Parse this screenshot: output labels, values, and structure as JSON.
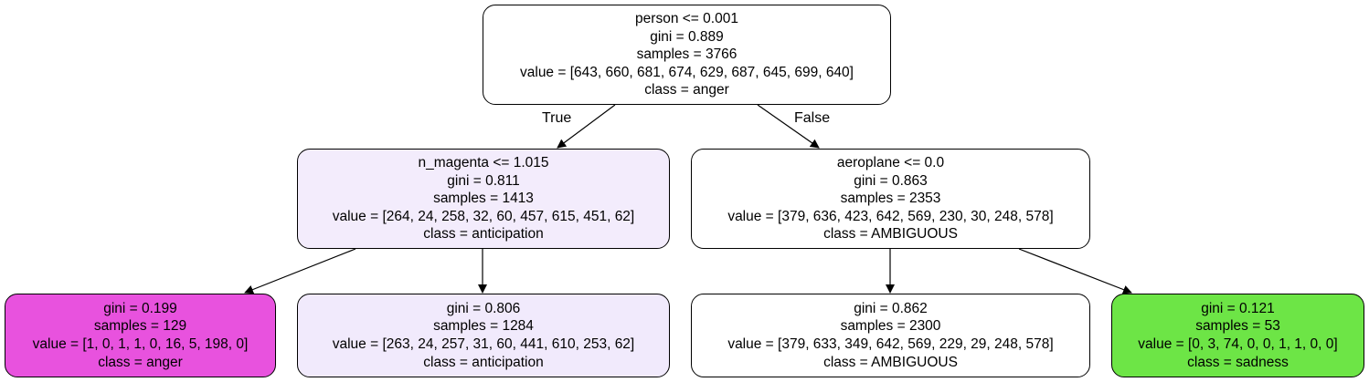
{
  "nodes": [
    {
      "id": "root",
      "lines": [
        "person <= 0.001",
        "gini = 0.889",
        "samples = 3766",
        "value = [643, 660, 681, 674, 629, 687, 645, 699, 640]",
        "class = anger"
      ],
      "fill": "#ffffff"
    },
    {
      "id": "left",
      "lines": [
        "n_magenta <= 1.015",
        "gini = 0.811",
        "samples = 1413",
        "value = [264, 24, 258, 32, 60, 457, 615, 451, 62]",
        "class = anticipation"
      ],
      "fill": "#f3ecfc"
    },
    {
      "id": "right",
      "lines": [
        "aeroplane <= 0.0",
        "gini = 0.863",
        "samples = 2353",
        "value = [379, 636, 423, 642, 569, 230, 30, 248, 578]",
        "class = AMBIGUOUS"
      ],
      "fill": "#ffffff"
    },
    {
      "id": "left-left",
      "lines": [
        "gini = 0.199",
        "samples = 129",
        "value = [1, 0, 1, 1, 0, 16, 5, 198, 0]",
        "class = anger"
      ],
      "fill": "#e852de"
    },
    {
      "id": "left-right",
      "lines": [
        "gini = 0.806",
        "samples = 1284",
        "value = [263, 24, 257, 31, 60, 441, 610, 253, 62]",
        "class = anticipation"
      ],
      "fill": "#f1eafc"
    },
    {
      "id": "right-left",
      "lines": [
        "gini = 0.862",
        "samples = 2300",
        "value = [379, 633, 349, 642, 569, 229, 29, 248, 578]",
        "class = AMBIGUOUS"
      ],
      "fill": "#ffffff"
    },
    {
      "id": "right-right",
      "lines": [
        "gini = 0.121",
        "samples = 53",
        "value = [0, 3, 74, 0, 0, 1, 1, 0, 0]",
        "class = sadness"
      ],
      "fill": "#6de546"
    }
  ],
  "edges": [
    {
      "from": "root",
      "to": "left",
      "label": "True"
    },
    {
      "from": "root",
      "to": "right",
      "label": "False"
    },
    {
      "from": "left",
      "to": "left-left",
      "label": ""
    },
    {
      "from": "left",
      "to": "left-right",
      "label": ""
    },
    {
      "from": "right",
      "to": "right-left",
      "label": ""
    },
    {
      "from": "right",
      "to": "right-right",
      "label": ""
    }
  ]
}
